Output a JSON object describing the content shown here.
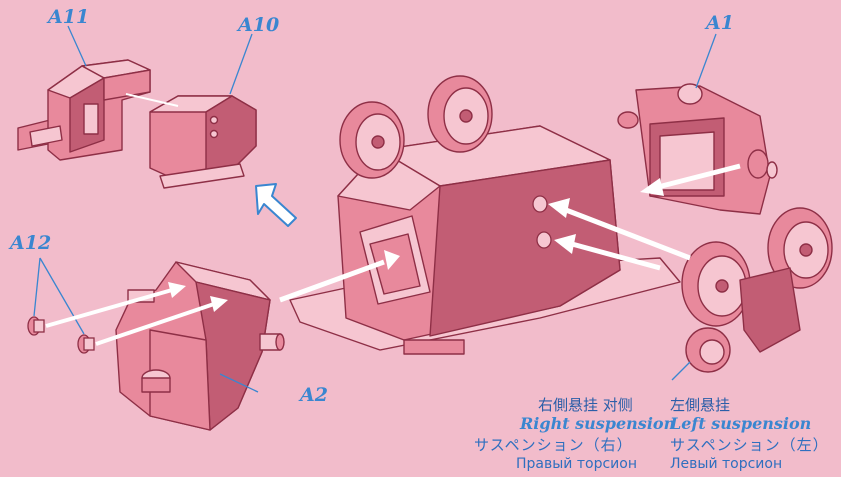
{
  "part_labels": {
    "a11": "A11",
    "a10": "A10",
    "a1": "A1",
    "a12": "A12",
    "a2": "A2"
  },
  "captions": {
    "right_cn": "右側悬挂 对侧",
    "left_cn": "左側悬挂",
    "right_en": "Right suspension",
    "left_en": "Left suspension",
    "right_jp": "サスペンション（右）",
    "left_jp": "サスペンション（左）",
    "right_ru": "Правый торсион",
    "left_ru": "Левый торсион"
  },
  "colors": {
    "background": "#f2bccb",
    "part_fill": "#e8899c",
    "part_light": "#f6c6d1",
    "part_dark": "#c25d74",
    "outline": "#8e2f46",
    "label_blue": "#3a86d0",
    "arrow": "#ffffff"
  },
  "icons": {
    "step_arrow": "blue-outline-down-right-arrow"
  }
}
